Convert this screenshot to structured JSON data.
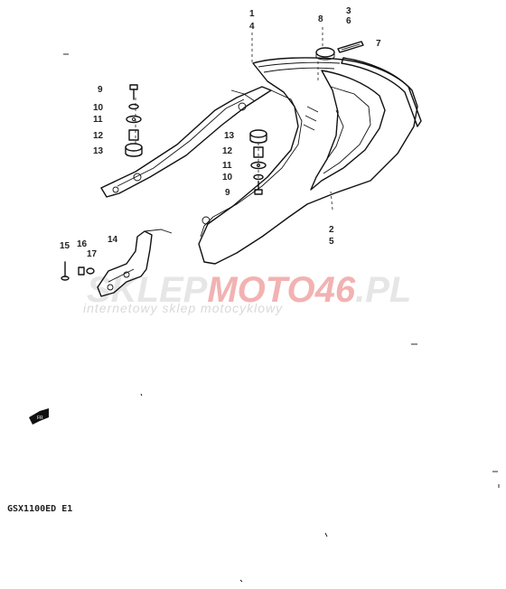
{
  "model_code": "GSX1100ED E1",
  "part_numbers": [
    "1",
    "4",
    "3",
    "6",
    "7",
    "8",
    "9",
    "10",
    "11",
    "12",
    "13",
    "12",
    "11",
    "10",
    "9",
    "2",
    "5",
    "15",
    "16",
    "17",
    "14"
  ],
  "watermark": {
    "brand_part1": "SKLEP",
    "brand_part2": "MOTO",
    "brand_part3": "46",
    "brand_part4": ".PL",
    "tagline": "internetowy sklep motocyklowy",
    "colors": {
      "primary": "#e8e8e8",
      "accent": "#f3b6b6"
    }
  },
  "icons": [
    "front-direction-arrow-icon"
  ]
}
